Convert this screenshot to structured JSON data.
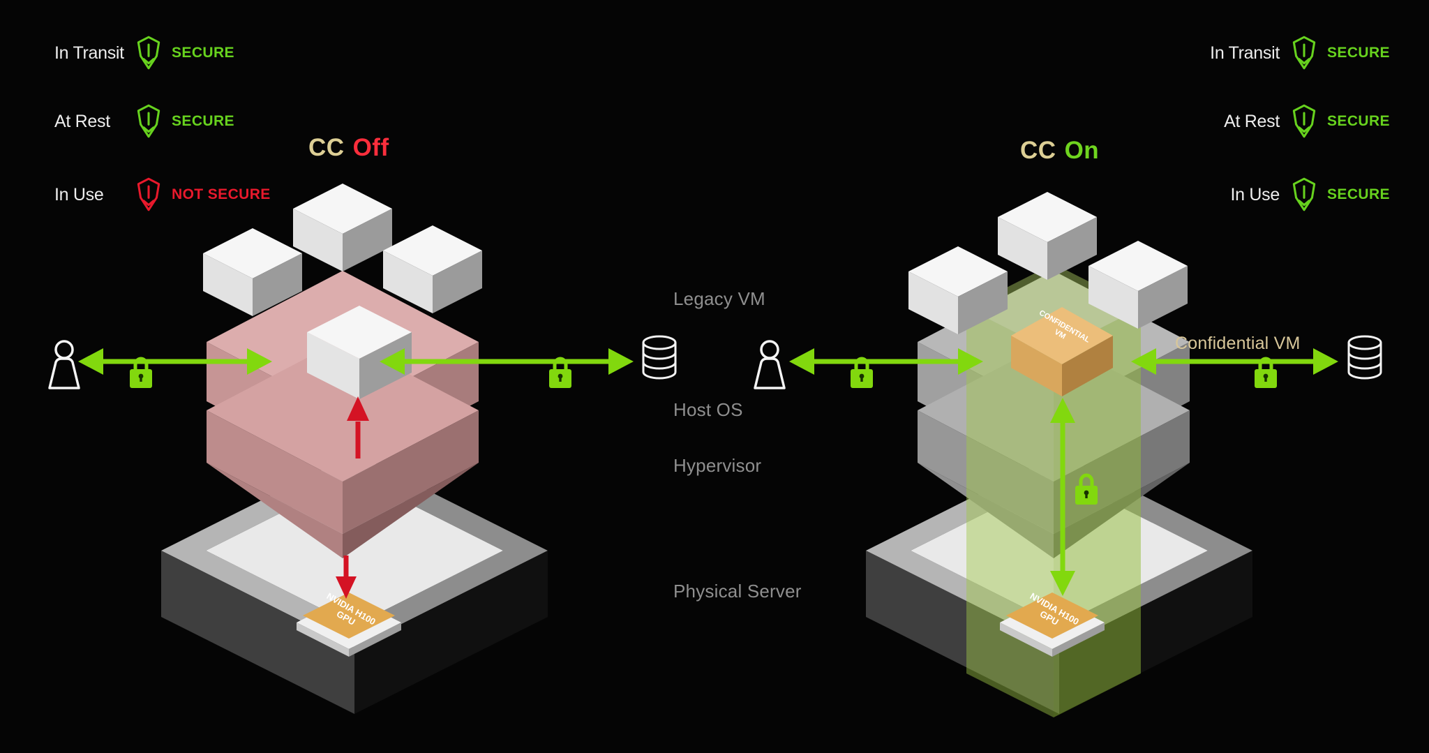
{
  "titles": {
    "left": {
      "prefix": "CC",
      "state": "Off"
    },
    "right": {
      "prefix": "CC",
      "state": "On"
    }
  },
  "security_panels": {
    "left": {
      "rows": [
        {
          "label": "In Transit",
          "status": "SECURE",
          "secure": true
        },
        {
          "label": "At Rest",
          "status": "SECURE",
          "secure": true
        },
        {
          "label": "In Use",
          "status": "NOT SECURE",
          "secure": false
        }
      ]
    },
    "right": {
      "rows": [
        {
          "label": "In Transit",
          "status": "SECURE",
          "secure": true
        },
        {
          "label": "At Rest",
          "status": "SECURE",
          "secure": true
        },
        {
          "label": "In Use",
          "status": "SECURE",
          "secure": true
        }
      ]
    }
  },
  "diagram_labels": {
    "legacy_vm": "Legacy VM",
    "host_os": "Host OS",
    "hypervisor": "Hypervisor",
    "physical_server": "Physical Server",
    "confidential_vm": "Confidential VM"
  },
  "gpu_chip": {
    "line1": "NVIDIA H100",
    "line2": "GPU"
  },
  "confidential_cube": {
    "line1": "CONFIDENTIAL",
    "line2": "VM"
  },
  "colors": {
    "background": "#050505",
    "nvidia_green": "#76b900",
    "arrow_green": "#82d80e",
    "secure_green": "#67d21e",
    "alert_red": "#e8192c",
    "attack_arrow_red": "#d41324",
    "title_tan": "#ddcf95",
    "off_red": "#fb2e3c",
    "on_green": "#6fd41f",
    "layer_label_gray": "#8f8f8f",
    "confidential_tan": "#d8c79a",
    "host_layer_pink": "#dcadad",
    "confidential_vm_gold": "#ecbe7a"
  }
}
